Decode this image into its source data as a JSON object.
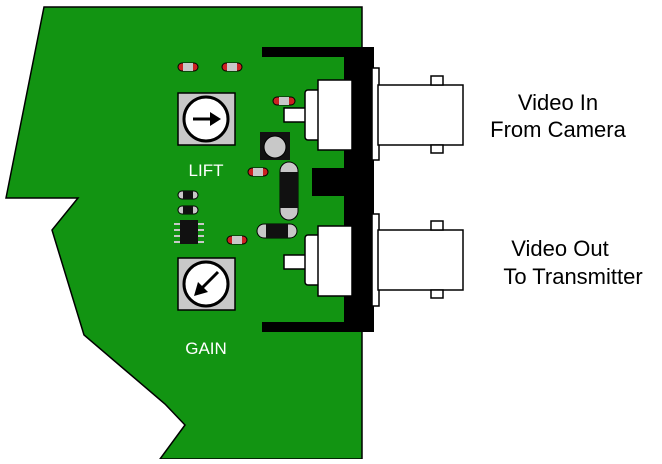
{
  "colors": {
    "board": "#129412",
    "board_outline": "#000000",
    "connector": "#ffffff",
    "bracket": "#000000",
    "resistor_body": "#c8c8c8",
    "resistor_band": "#cc2222",
    "chip": "#111111",
    "pot_body": "#c8c8c8",
    "text_on_board": "#ffffff",
    "text_outside": "#000000"
  },
  "board": {
    "pots": {
      "lift": {
        "label": "LIFT",
        "icon": "arrow-right-icon"
      },
      "gain": {
        "label": "GAIN",
        "icon": "arrow-down-left-icon"
      }
    }
  },
  "connectors": {
    "input": {
      "line1": "Video In",
      "line2": "From Camera",
      "icon": "bnc-connector-icon"
    },
    "output": {
      "line1": "Video Out",
      "line2": "To Transmitter",
      "icon": "bnc-connector-icon"
    }
  }
}
